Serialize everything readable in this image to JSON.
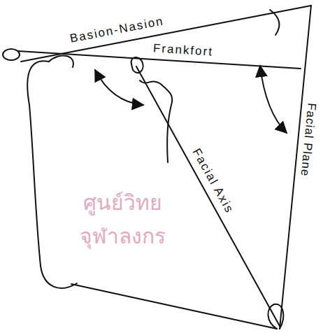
{
  "diagram": {
    "labels": [
      "Basion-Nasion",
      "Frankfort",
      "Facial Axis",
      "Facial Plane",
      "ศูนย์วิทย",
      "จุฬาลงกร"
    ]
  }
}
